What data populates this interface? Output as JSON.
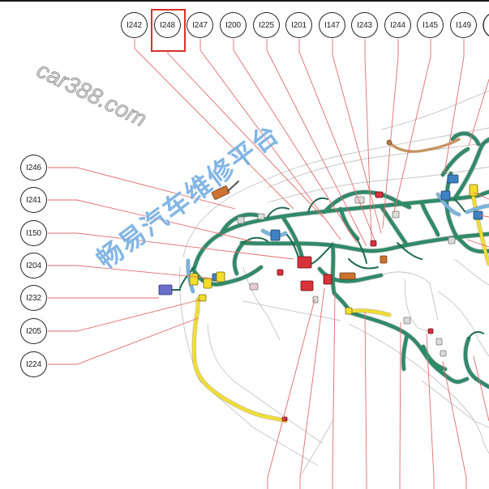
{
  "diagram": {
    "connectors_top": [
      {
        "label": "I242"
      },
      {
        "label": "I248",
        "highlighted": true
      },
      {
        "label": "I247"
      },
      {
        "label": "I200"
      },
      {
        "label": "I225"
      },
      {
        "label": "I201"
      },
      {
        "label": "I147"
      },
      {
        "label": "I243"
      },
      {
        "label": "I244"
      },
      {
        "label": "I145"
      },
      {
        "label": "I149"
      }
    ],
    "connectors_left": [
      {
        "label": "I246"
      },
      {
        "label": "I241"
      },
      {
        "label": "I150"
      },
      {
        "label": "I204"
      },
      {
        "label": "I232"
      },
      {
        "label": "I205"
      },
      {
        "label": "I224"
      }
    ]
  },
  "watermarks": {
    "site": "car388.com",
    "platform": "畅易汽车维修平台"
  },
  "colors": {
    "leader_line": "#e26b6b",
    "highlight_box": "#d9312b",
    "harness_main": "#2f8a68",
    "harness_yellow": "#f0de33",
    "harness_blue": "#7ab5dc",
    "connector_red": "#d8323a",
    "watermark_platform": "#6eaae1"
  }
}
